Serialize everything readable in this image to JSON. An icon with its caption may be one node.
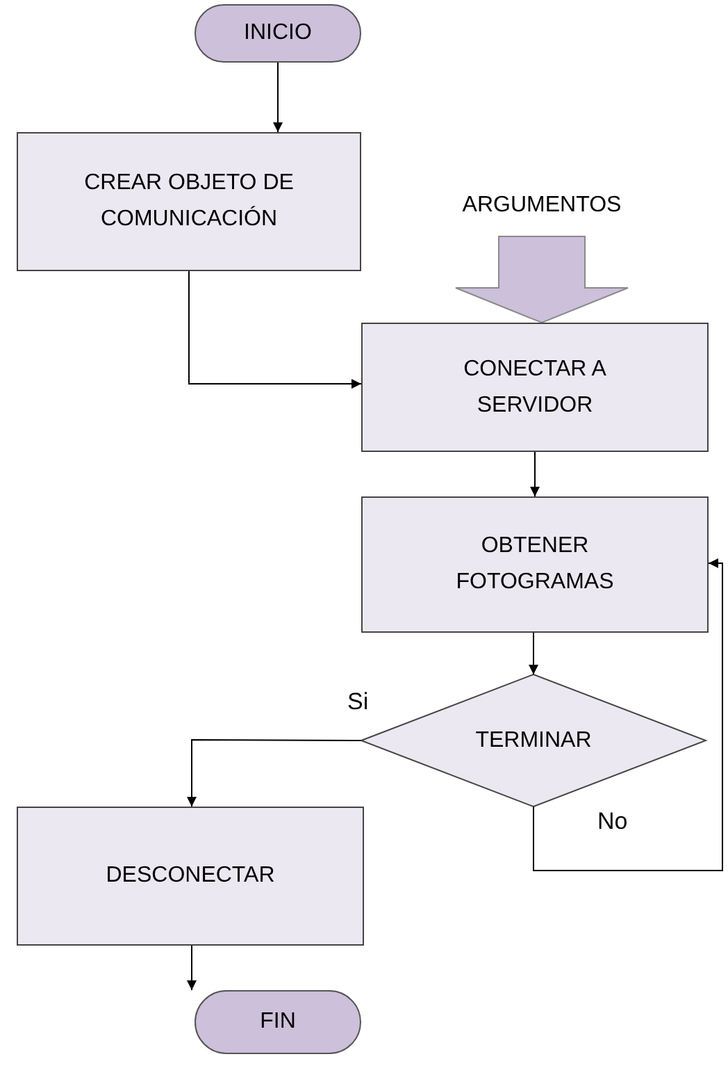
{
  "diagram": {
    "nodes": [
      {
        "text": [
          "INICIO"
        ]
      },
      {
        "text": [
          "CREAR OBJETO DE COMUNICACIÓN"
        ]
      },
      {
        "text": [
          "ARGUMENTOS"
        ]
      },
      {
        "text": [
          "CONECTAR A SERVIDOR"
        ]
      },
      {
        "text": [
          "OBTENER FOTOGRAMAS"
        ]
      },
      {
        "text": [
          "TERMINAR"
        ]
      },
      {
        "text": [
          "DESCONECTAR"
        ]
      },
      {
        "text": [
          "FIN"
        ]
      }
    ],
    "edges": [
      {
        "from": 0,
        "to": 1,
        "arrow": "to"
      },
      {
        "from": 1,
        "to": 3,
        "arrow": "to"
      },
      {
        "from": 2,
        "to": 3,
        "arrow": "to",
        "style": "thick",
        "color": "#ccc0da"
      },
      {
        "from": 3,
        "to": 4,
        "arrow": "to"
      },
      {
        "from": 4,
        "to": 5,
        "arrow": "to"
      },
      {
        "from": 5,
        "to": 6,
        "arrow": "to",
        "label": "Si"
      },
      {
        "from": 5,
        "to": 4,
        "arrow": "to",
        "label": "No"
      },
      {
        "from": 6,
        "to": 7,
        "arrow": "to"
      }
    ]
  }
}
